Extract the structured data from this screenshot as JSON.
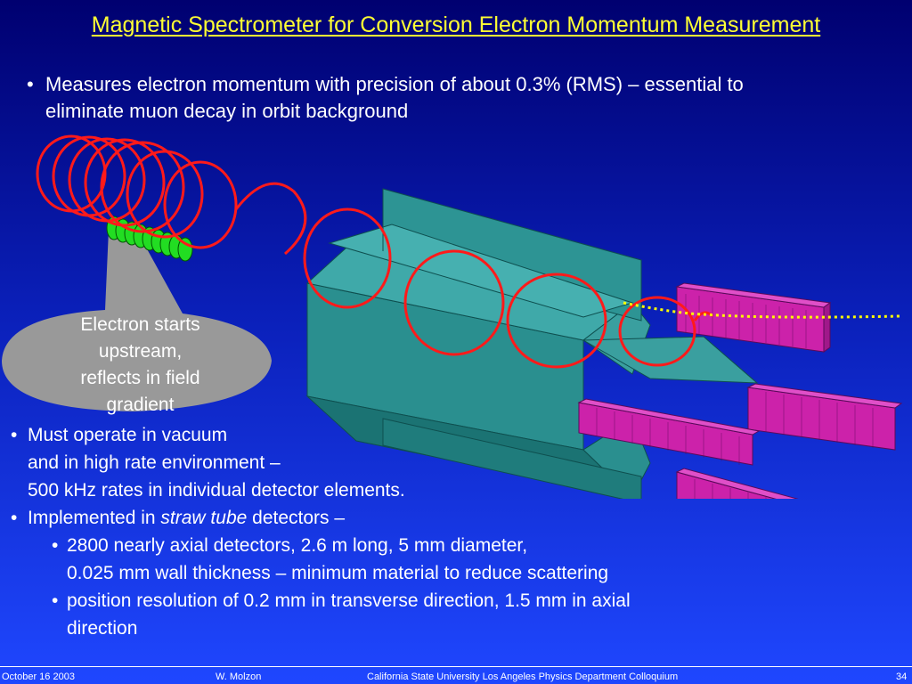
{
  "slide": {
    "title": "Magnetic Spectrometer for Conversion Electron Momentum Measurement",
    "bullet_main": {
      "line1": "Measures electron momentum with precision of about 0.3% (RMS) – essential to",
      "line2": "eliminate muon decay in orbit background"
    },
    "callout": {
      "line1": "Electron starts",
      "line2": "upstream,",
      "line3": "reflects in field",
      "line4": "gradient"
    },
    "bullet_vacuum": {
      "line1": "Must operate in vacuum",
      "line2": "and in high rate environment –",
      "line3": "500 kHz rates in individual detector elements."
    },
    "bullet_straw": {
      "prefix": "Implemented in ",
      "emphasis": "straw tube",
      "suffix": " detectors –"
    },
    "sub_bullets": [
      {
        "line1": "2800 nearly axial detectors, 2.6 m long, 5 mm diameter,",
        "line2": "0.025 mm wall thickness – minimum material to reduce scattering"
      },
      {
        "line1": "position resolution of 0.2 mm in transverse direction, 1.5 mm in axial",
        "line2": "direction"
      }
    ],
    "bullet_char": "•"
  },
  "footer": {
    "date": "October 16 2003",
    "author": "W. Molzon",
    "venue": "California State University Los Angeles Physics Department  Colloquium",
    "page": "34"
  },
  "colors": {
    "title": "#ffff33",
    "helix": "#ff1a1a",
    "target": "#22dd22",
    "tracker": "#1f8f8f",
    "calorimeter": "#cc22aa",
    "trajectory": "#ffff00",
    "callout": "#999999"
  }
}
